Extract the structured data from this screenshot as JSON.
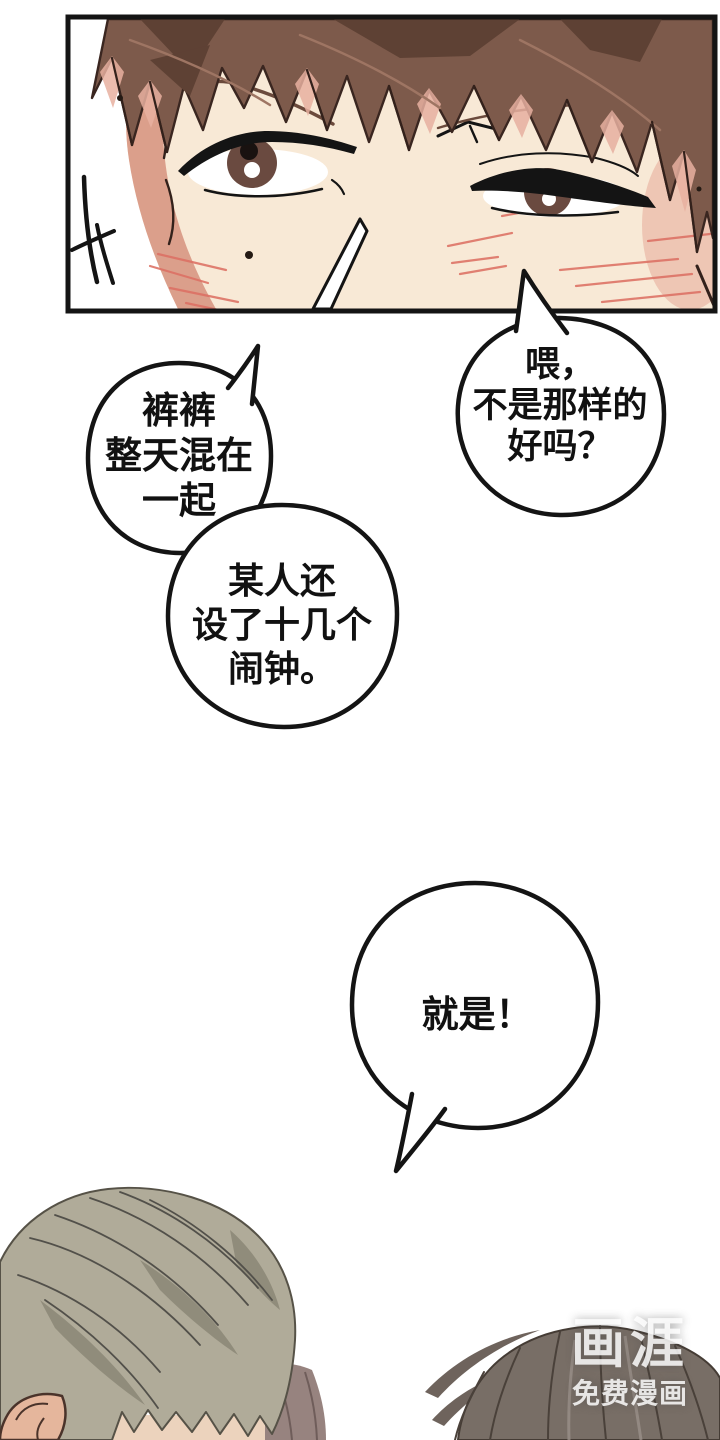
{
  "meta": {
    "type": "comic-page",
    "language": "zh"
  },
  "colors": {
    "paper": "#ffffff",
    "ink": "#141414",
    "skin": "#f8e9d6",
    "skin_shadow": "#db9f8b",
    "blush": "#e7b0a0",
    "cheek_blush": "#ecbfae",
    "hair_brown": "#7d5a4b",
    "hair_brown_dark": "#5e4134",
    "hair_line": "#33211b",
    "hair_highlight": "#9e7563",
    "iris": "#6a4a40",
    "scratch_red": "#dc6f63",
    "khaki_hair": "#b0ab99",
    "khaki_shadow": "#908c7b",
    "khaki_line": "#52504a",
    "mauve_hair": "#97837f",
    "dark_hair": "#786e66",
    "dark_hair_line": "#4a413a",
    "ear_skin": "#e5b69c"
  },
  "bubbles": [
    {
      "id": "right",
      "lines": [
        "喂，",
        "不是那样的",
        "好吗？"
      ]
    },
    {
      "id": "left-top",
      "lines": [
        "裤裤",
        "整天混在",
        "一起"
      ]
    },
    {
      "id": "left-bottom",
      "lines": [
        "某人还",
        "设了十几个",
        "闹钟。"
      ]
    },
    {
      "id": "center",
      "lines": [
        "就是！"
      ]
    }
  ],
  "watermark": {
    "logo": "画涯",
    "subtitle": "免费漫画"
  }
}
